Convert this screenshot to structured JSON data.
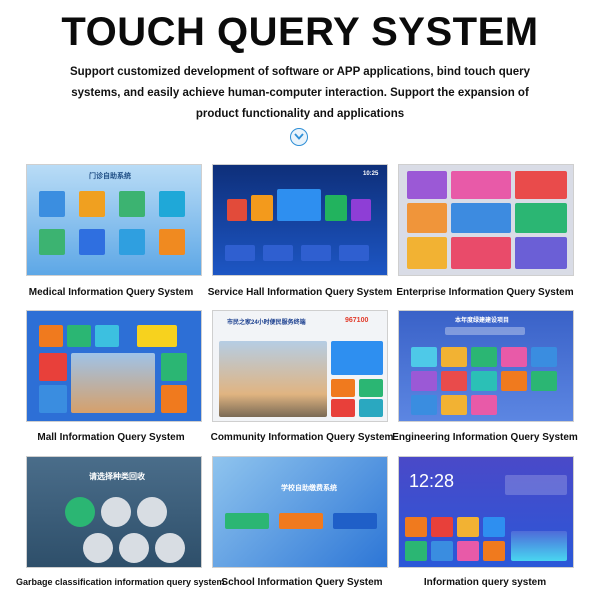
{
  "header": {
    "title": "TOUCH QUERY SYSTEM",
    "subtitle": "Support customized development of software or APP applications, bind touch query systems, and easily achieve human-computer interaction. Support the expansion of product functionality and applications"
  },
  "icons": {
    "scroll": "chevron-down-icon"
  },
  "colors": {
    "accent": "#2f8fd6",
    "text": "#111111"
  },
  "screens": {
    "medical": {
      "caption": "Medical Information Query System",
      "header": "门诊自助系统"
    },
    "service_hall": {
      "caption": "Service Hall Information Query System",
      "time": "10:25"
    },
    "enterprise": {
      "caption": "Enterprise Information Query System"
    },
    "mall": {
      "caption": "Mall Information Query System"
    },
    "community": {
      "caption": "Community Information Query System",
      "header": "市民之家24小时便民服务终端",
      "phone": "967100"
    },
    "engineering": {
      "caption": "Engineering Information Query System",
      "header": "本年度绿建建设项目"
    },
    "garbage": {
      "caption": "Garbage classification information query system",
      "header": "请选择种类回收"
    },
    "school": {
      "caption": "School Information Query System",
      "header": "学校自助缴费系统"
    },
    "info": {
      "caption": "Information query system",
      "time": "12:28"
    }
  }
}
